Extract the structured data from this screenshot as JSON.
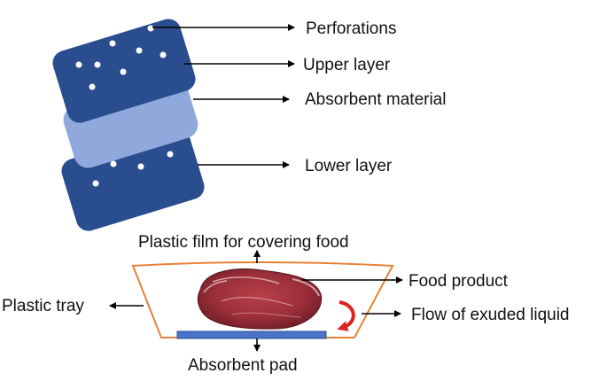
{
  "labels": {
    "perforations": "Perforations",
    "upper_layer": "Upper layer",
    "absorbent_material": "Absorbent material",
    "lower_layer": "Lower layer",
    "plastic_film": "Plastic film for covering food",
    "food_product": "Food product",
    "plastic_tray": "Plastic tray",
    "flow_liquid": "Flow of exuded liquid",
    "absorbent_pad": "Absorbent pad"
  },
  "colors": {
    "pad_layer": "#2a4d8f",
    "absorbent_material": "#8fa9dc",
    "perforation": "#ffffff",
    "tray_outline": "#e8823a",
    "absorbent_pad": "#4a74c9",
    "flow_arrow": "#e0221e",
    "meat": "#9c2f3a",
    "arrow": "#000000"
  }
}
